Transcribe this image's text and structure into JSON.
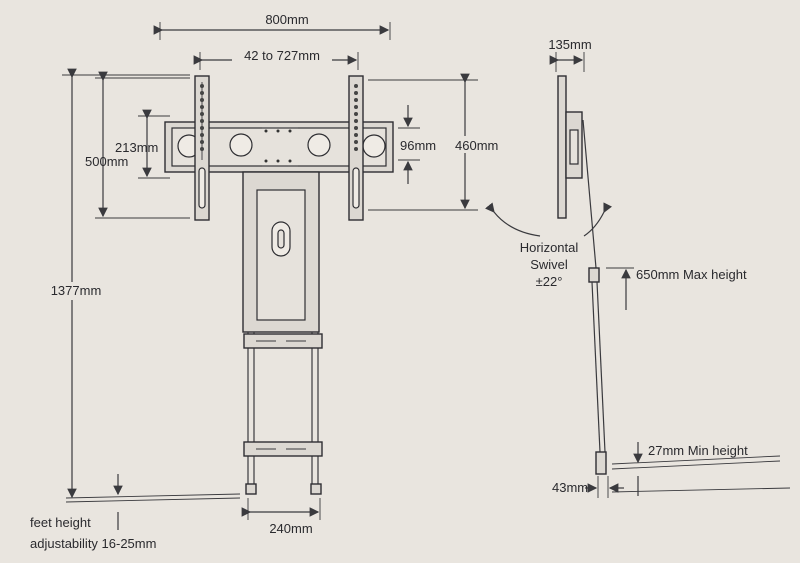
{
  "dimensions": {
    "overall_width": "800mm",
    "vesa_width_range": "42 to 727mm",
    "vesa_height_small": "213mm",
    "vesa_height_range": "500mm",
    "bracket_offset": "96mm",
    "bracket_height": "460mm",
    "total_height": "1377mm",
    "base_width": "240mm",
    "depth": "135mm",
    "max_height": "650mm Max height",
    "min_height": "27mm Min height",
    "foot_depth": "43mm"
  },
  "notes": {
    "swivel_line1": "Horizontal",
    "swivel_line2": "Swivel",
    "swivel_angle": "±22°",
    "feet_line1": "feet height",
    "feet_line2": "adjustability 16-25mm"
  },
  "colors": {
    "paper": "#e9e5df",
    "ink": "#2a2a2e"
  }
}
